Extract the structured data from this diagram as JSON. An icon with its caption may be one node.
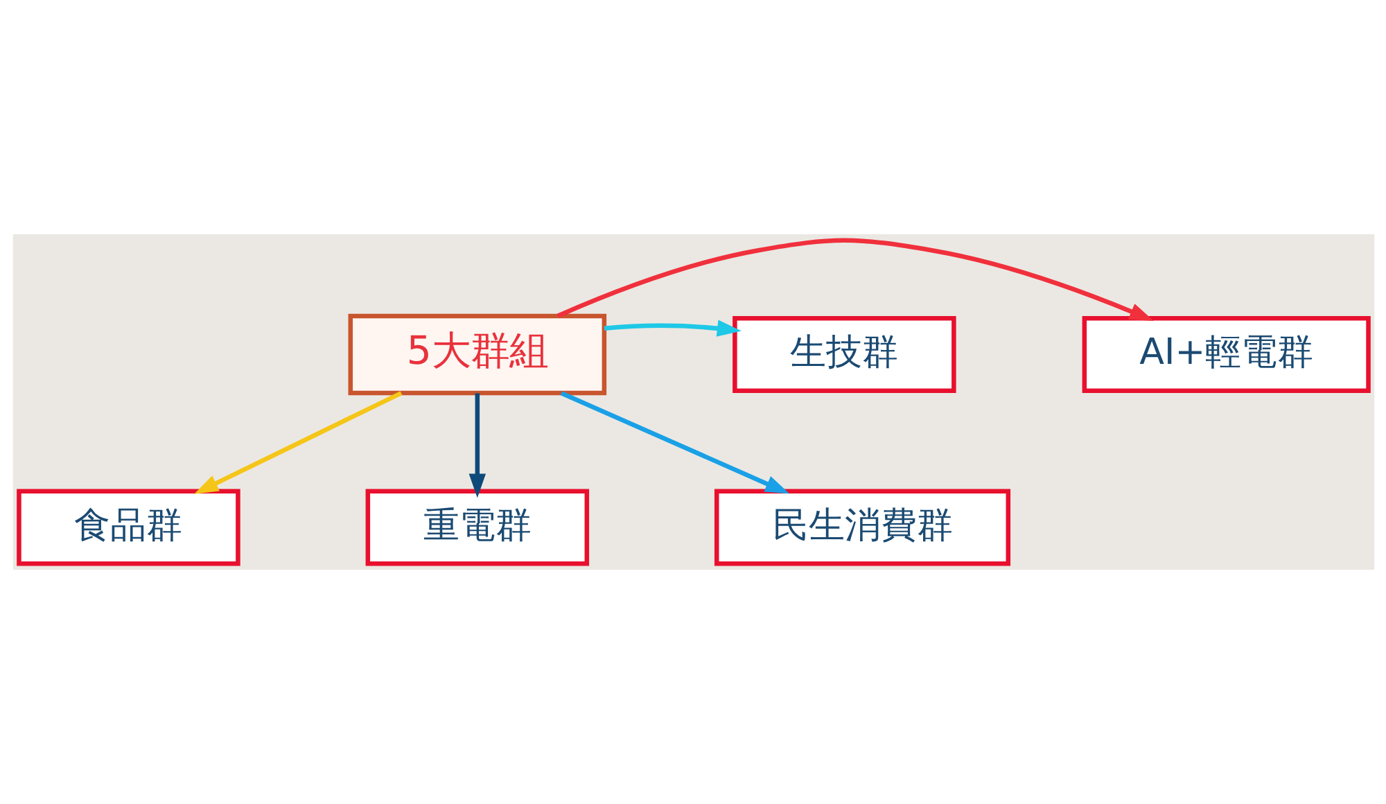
{
  "diagram": {
    "nodes": [
      {
        "text": [
          "食品群"
        ]
      },
      {
        "text": [
          "AI+輕電群"
        ]
      },
      {
        "text": [
          "生技群"
        ]
      },
      {
        "text": [
          "5大群組"
        ]
      },
      {
        "text": [
          "重電群"
        ]
      },
      {
        "text": [
          "民生消費群"
        ]
      }
    ],
    "edges": [
      {
        "from": 3,
        "to": 0,
        "arrow": "to",
        "color": "#f5c518"
      },
      {
        "from": 3,
        "to": 2,
        "arrow": "to",
        "color": "#1ec8e6"
      },
      {
        "from": 3,
        "to": 5,
        "arrow": "to",
        "color": "#1aa0e6"
      },
      {
        "from": 3,
        "to": 4,
        "arrow": "to",
        "color": "#0d4a7a"
      },
      {
        "from": 3,
        "to": 1,
        "arrow": "to",
        "color": "#f0303c"
      }
    ]
  }
}
